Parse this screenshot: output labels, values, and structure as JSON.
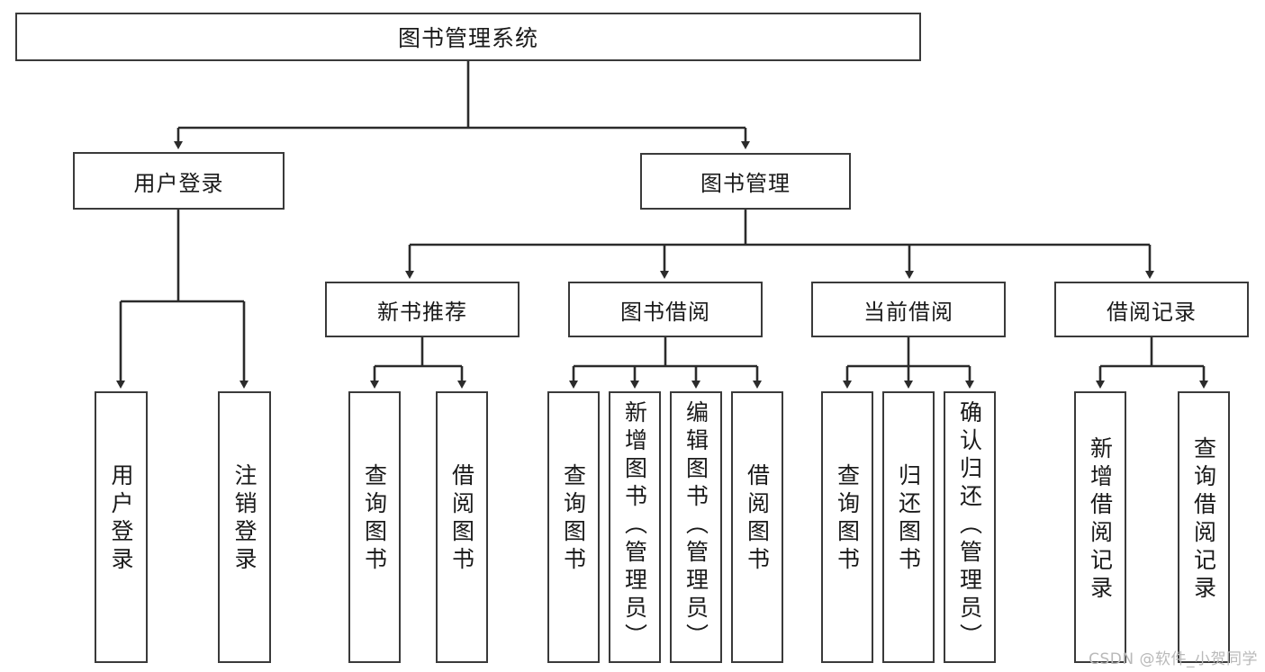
{
  "diagram": {
    "title": "图书管理系统",
    "type": "tree-hierarchy-chart",
    "orientation": "top-down",
    "colors": {
      "box_border": "#3a3a3a",
      "box_fill": "#ffffff",
      "connector": "#2b2b2b",
      "text": "#1a1a1a",
      "watermark": "#b9b9b9",
      "background": "#ffffff"
    }
  },
  "watermark": {
    "text": "CSDN @软件_小贺同学"
  },
  "nodes": {
    "root": {
      "label": "图书管理系统"
    },
    "level2": [
      {
        "id": "user-login",
        "label": "用户登录"
      },
      {
        "id": "book-manage",
        "label": "图书管理"
      }
    ],
    "level3": [
      {
        "id": "new-book-recommend",
        "label": "新书推荐"
      },
      {
        "id": "book-borrow",
        "label": "图书借阅"
      },
      {
        "id": "current-borrow",
        "label": "当前借阅"
      },
      {
        "id": "borrow-record",
        "label": "借阅记录"
      }
    ],
    "leaves": [
      {
        "id": "leaf-user-login",
        "parent": "user-login",
        "label": "用户登录"
      },
      {
        "id": "leaf-user-logout",
        "parent": "user-login",
        "label": "注销登录"
      },
      {
        "id": "leaf-query-book-1",
        "parent": "new-book-recommend",
        "label": "查询图书"
      },
      {
        "id": "leaf-borrow-book-1",
        "parent": "new-book-recommend",
        "label": "借阅图书"
      },
      {
        "id": "leaf-query-book-2",
        "parent": "book-borrow",
        "label": "查询图书"
      },
      {
        "id": "leaf-add-book",
        "parent": "book-borrow",
        "label": "新增图书（管理员）"
      },
      {
        "id": "leaf-edit-book",
        "parent": "book-borrow",
        "label": "编辑图书（管理员）"
      },
      {
        "id": "leaf-borrow-book-2",
        "parent": "book-borrow",
        "label": "借阅图书"
      },
      {
        "id": "leaf-query-book-3",
        "parent": "current-borrow",
        "label": "查询图书"
      },
      {
        "id": "leaf-return-book",
        "parent": "current-borrow",
        "label": "归还图书"
      },
      {
        "id": "leaf-confirm-return",
        "parent": "current-borrow",
        "label": "确认归还（管理员）"
      },
      {
        "id": "leaf-add-record",
        "parent": "borrow-record",
        "label": "新增借阅记录"
      },
      {
        "id": "leaf-query-record",
        "parent": "borrow-record",
        "label": "查询借阅记录"
      }
    ]
  }
}
